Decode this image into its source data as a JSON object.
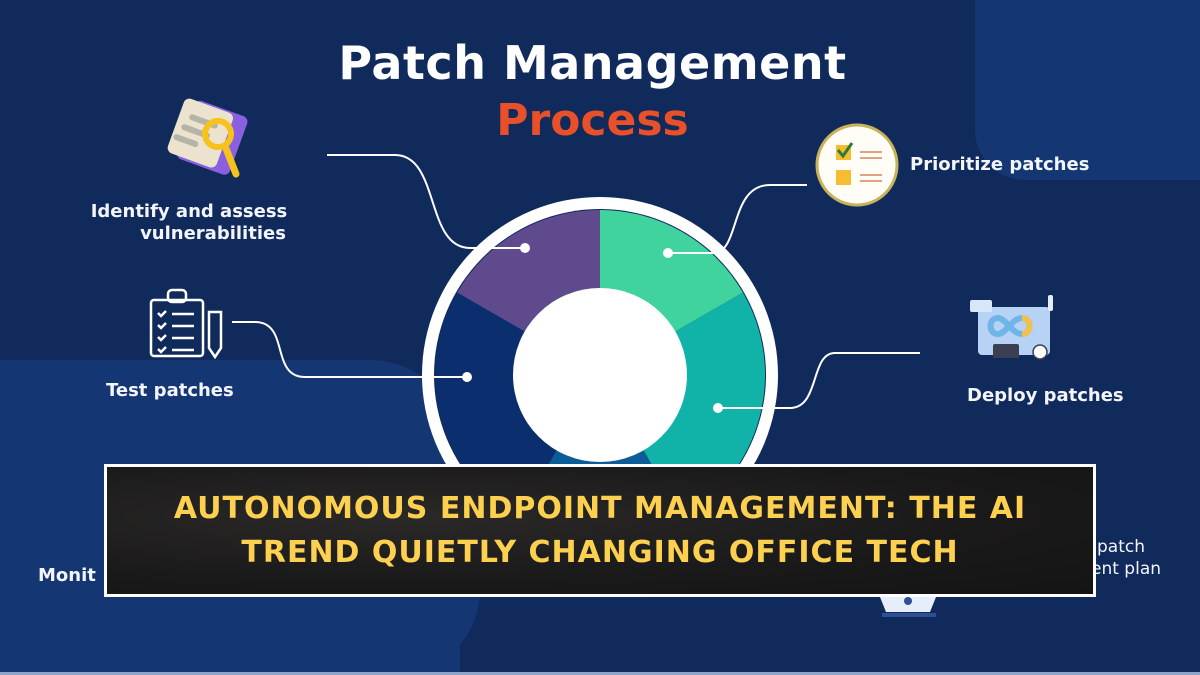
{
  "infographic": {
    "title_line1": "Patch Management",
    "title_line2": "Process",
    "colors": {
      "background": "#112a5c",
      "panel": "#143774",
      "title_accent": "#e8502a",
      "segment_purple": "#5f4a8e",
      "segment_green": "#40d39e",
      "segment_teal": "#11b2a8",
      "segment_navy": "#0b2f6e",
      "segment_blue": "#0c5c95",
      "banner_text": "#fdd04f"
    },
    "steps": [
      {
        "label_line1": "Identify and assess",
        "label_line2": "vulnerabilities",
        "icon": "magnifier-document-icon"
      },
      {
        "label_line1": "Prioritize patches",
        "icon": "checklist-badge-icon"
      },
      {
        "label_line1": "Test patches",
        "icon": "clipboard-pencil-icon"
      },
      {
        "label_line1": "Deploy patches",
        "icon": "devops-infinity-icon"
      },
      {
        "label_line1": "patch",
        "label_line2": "ent plan",
        "icon": "plan-icon"
      },
      {
        "label_line1": "Monit",
        "icon": "monitor-icon"
      }
    ]
  },
  "banner": {
    "line1": "AUTONOMOUS ENDPOINT MANAGEMENT: THE AI",
    "line2": "TREND QUIETLY CHANGING OFFICE TECH"
  }
}
